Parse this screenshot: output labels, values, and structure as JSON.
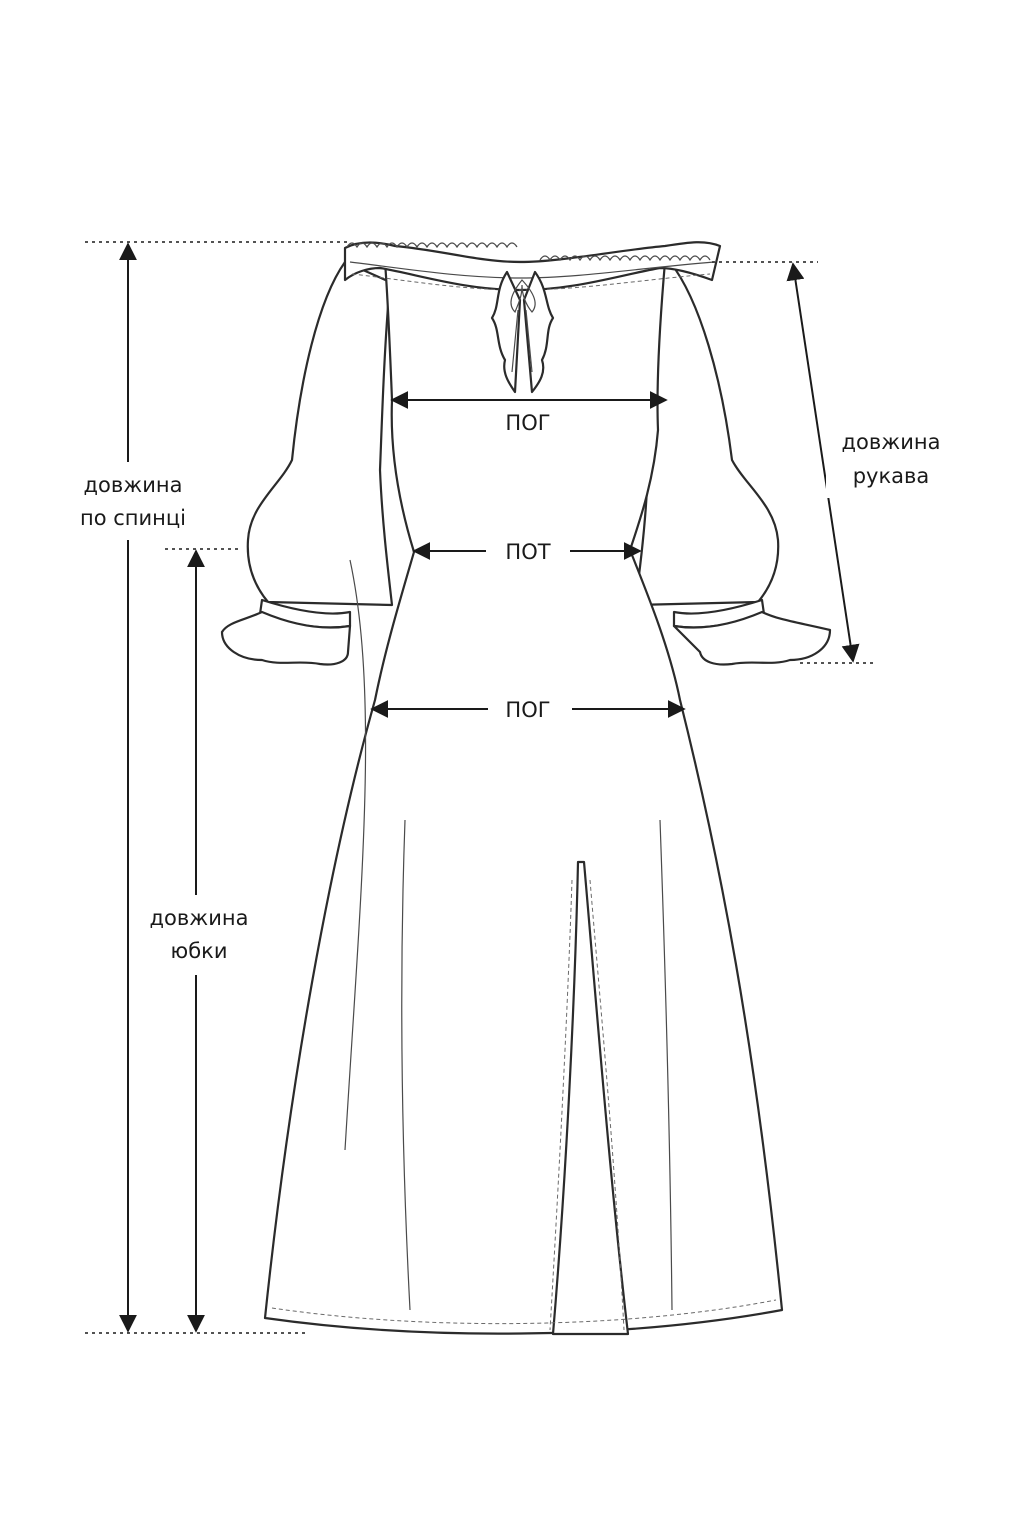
{
  "labels": {
    "back_length": [
      "довжина",
      "по спинці"
    ],
    "sleeve_length": [
      "довжина",
      "рукава"
    ],
    "skirt_length": [
      "довжина",
      "юбки"
    ],
    "chest": "ПОГ",
    "waist": "ПОТ",
    "hips": "ПОГ"
  },
  "colors": {
    "background": "#ffffff",
    "line": "#2b2b2b",
    "text": "#1a1a1a"
  }
}
